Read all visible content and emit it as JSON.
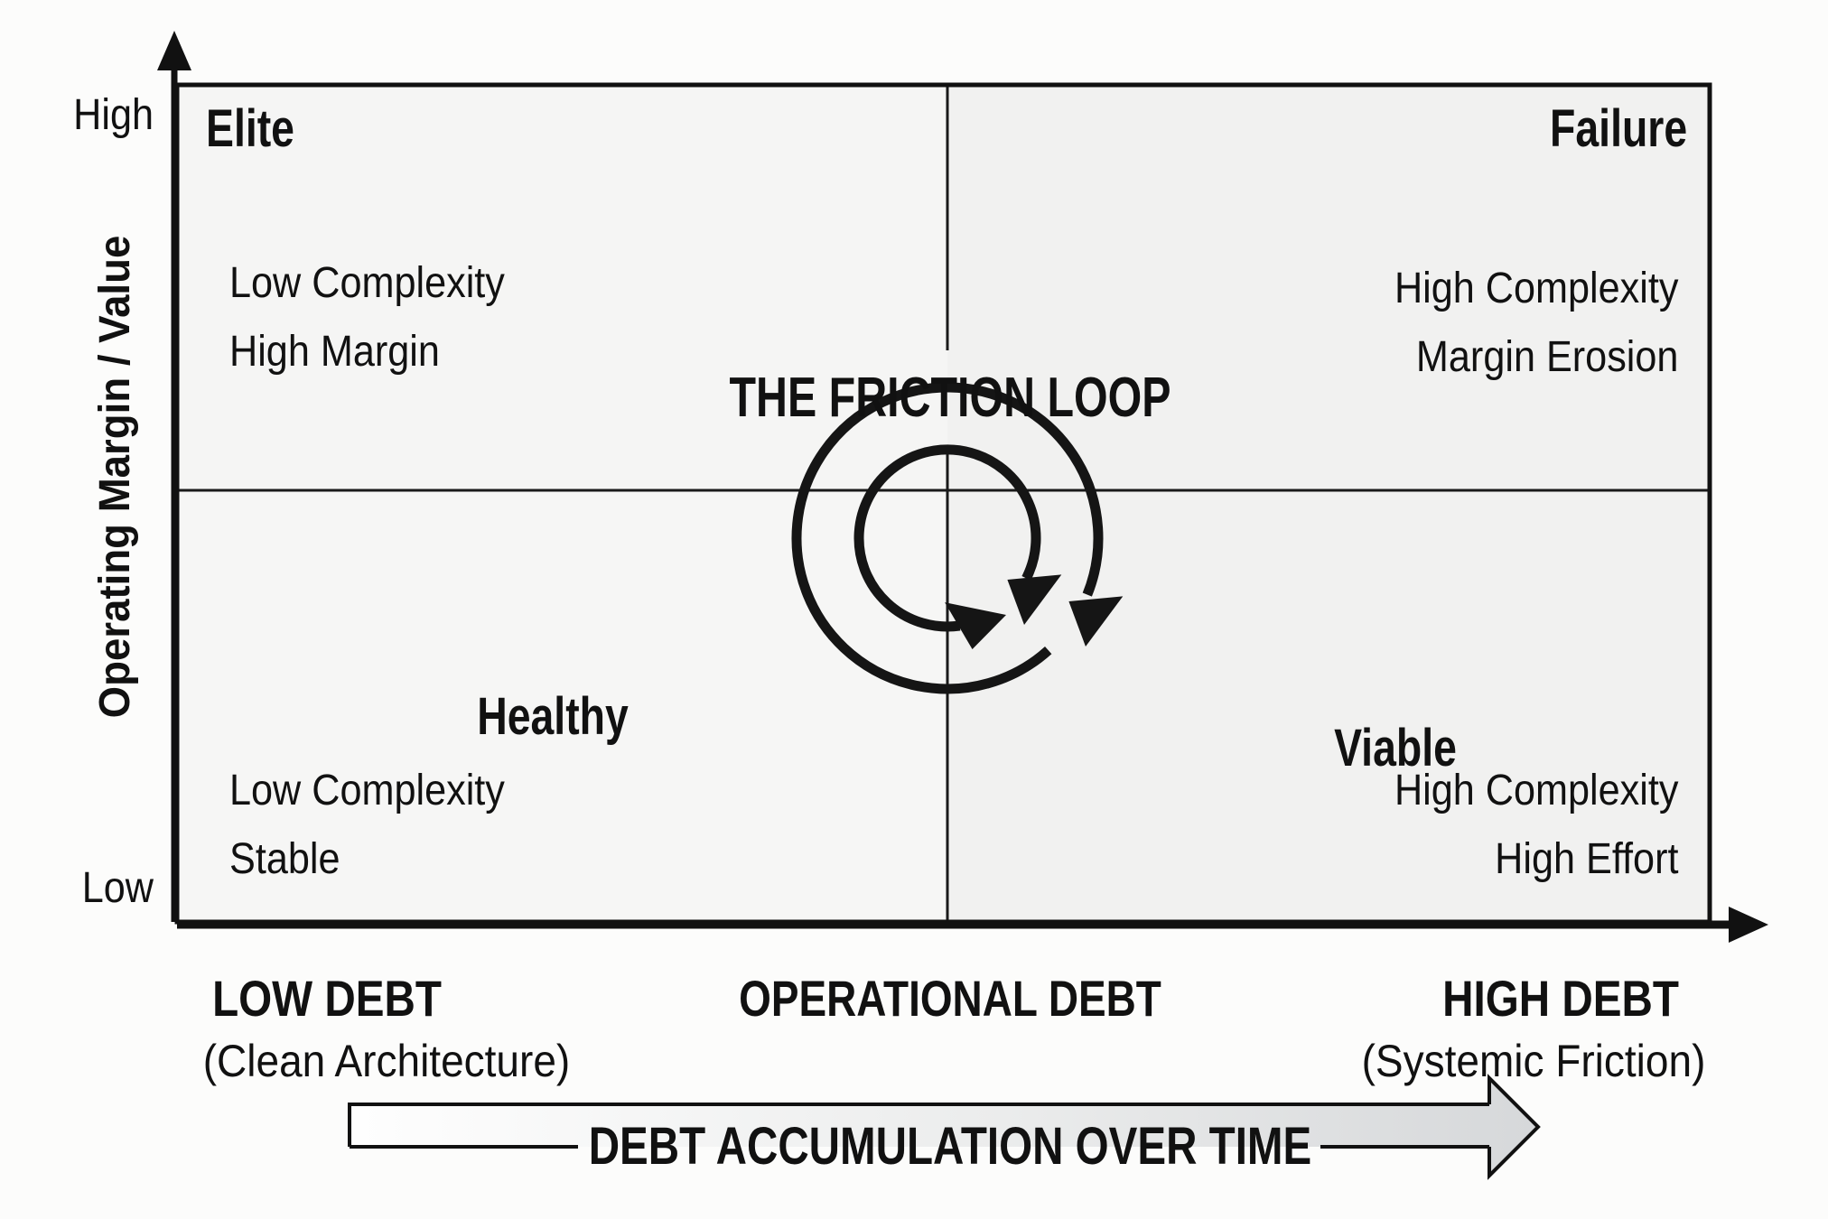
{
  "diagram": {
    "title": "THE FRICTION LOOP",
    "y_axis": {
      "title": "Operating Margin / Value",
      "top_tick": "High",
      "bottom_tick": "Low"
    },
    "x_axis": {
      "left_label": "LOW DEBT",
      "left_sublabel": "(Clean Architecture)",
      "center_label": "OPERATIONAL DEBT",
      "right_label": "HIGH DEBT",
      "right_sublabel": "(Systemic Friction)"
    },
    "quadrants": {
      "top_left": {
        "name": "Elite",
        "desc": [
          "Low Complexity",
          "High Margin"
        ]
      },
      "top_right": {
        "name": "Failure",
        "desc": [
          "High Complexity",
          "Margin Erosion"
        ]
      },
      "bottom_left": {
        "name": "Healthy",
        "desc": [
          "Low Complexity",
          "Stable"
        ]
      },
      "bottom_right": {
        "name": "Viable",
        "desc": [
          "High Complexity",
          "High Effort"
        ]
      }
    },
    "banner": {
      "label": "DEBT ACCUMULATION OVER TIME"
    },
    "icons": {
      "center": "friction-loop-clockwise-spiral-icon"
    },
    "colors": {
      "ink": "#111111",
      "quadrant_left_fill": "#f5f5f4",
      "quadrant_right_fill": "#f1f1f0",
      "banner_fill_start": "#fefefe",
      "banner_fill_end": "#d6d8da"
    }
  }
}
